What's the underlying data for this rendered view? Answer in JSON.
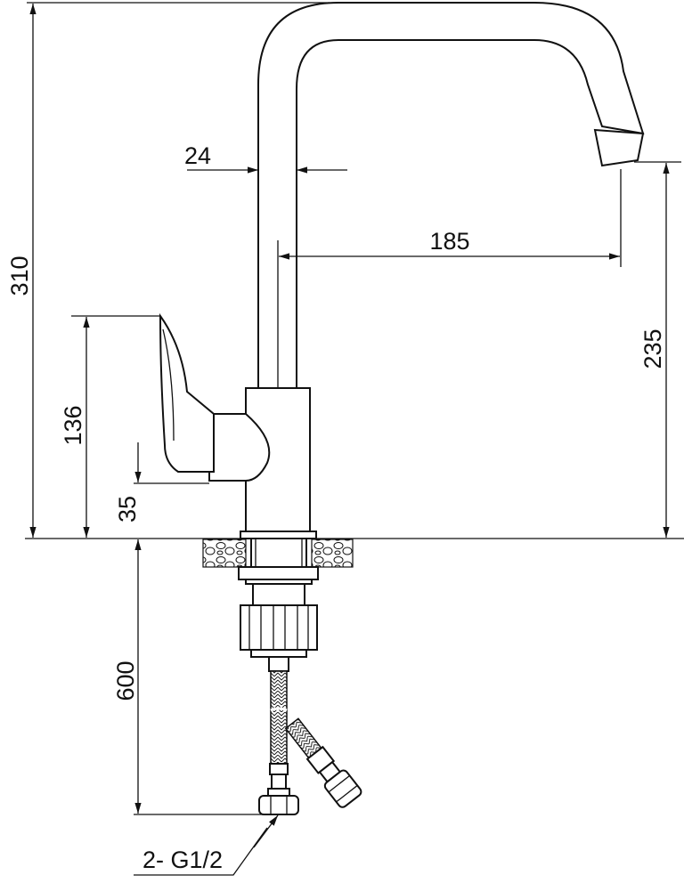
{
  "drawing": {
    "title": "Kitchen faucet dimensional drawing",
    "dimensions": {
      "total_height": "310",
      "tube_diameter": "24",
      "spout_reach": "185",
      "spout_height": "235",
      "handle_height": "136",
      "handle_base": "35",
      "hose_length": "600",
      "connection": "2- G1/2"
    },
    "line_color": "#111111"
  }
}
